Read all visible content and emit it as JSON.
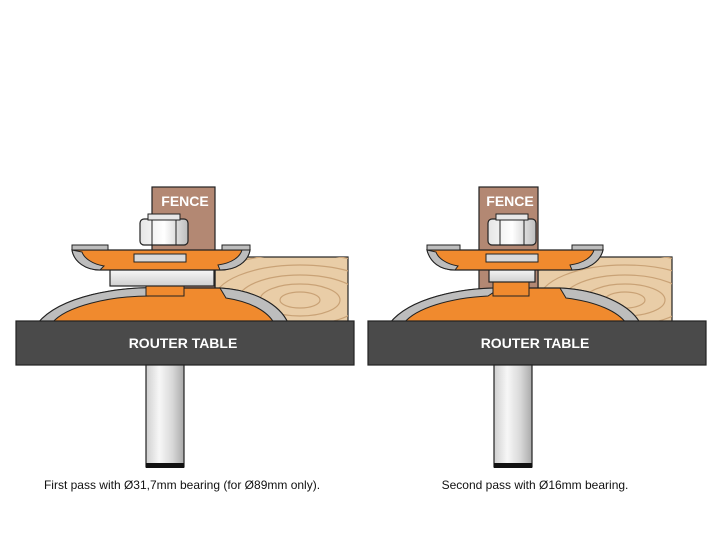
{
  "panels": [
    {
      "fence_label": "FENCE",
      "table_label": "ROUTER TABLE",
      "caption": "First pass with Ø31,7mm bearing (for Ø89mm only)."
    },
    {
      "fence_label": "FENCE",
      "table_label": "ROUTER TABLE",
      "caption": "Second pass with Ø16mm bearing."
    }
  ],
  "colors": {
    "cutter_orange": "#F08A2E",
    "fence_brown": "#B38873",
    "table_gray": "#4A4A4A",
    "wood_light": "#E9CDA7",
    "wood_ring": "#C9A276",
    "steel_light": "#E6E6E6",
    "steel_mid": "#BDBDBD",
    "outline": "#222222"
  }
}
